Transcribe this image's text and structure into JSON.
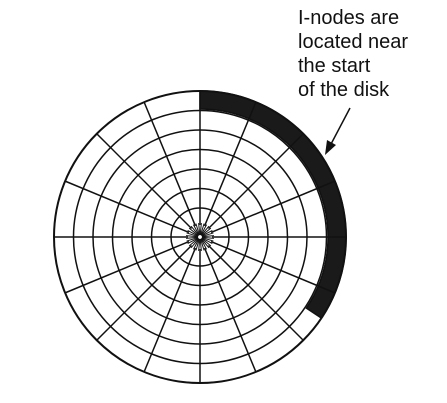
{
  "annotation": {
    "lines": [
      "I-nodes are",
      "located near",
      "the start",
      "of the disk"
    ]
  },
  "disk": {
    "track_count": 7,
    "sector_count": 16,
    "inode_region": {
      "start_angle_deg": 0,
      "end_angle_deg": 123.75,
      "label": "I-nodes"
    }
  },
  "colors": {
    "ink": "#111111",
    "inode_fill": "#1a1a1a",
    "background": "#ffffff"
  }
}
